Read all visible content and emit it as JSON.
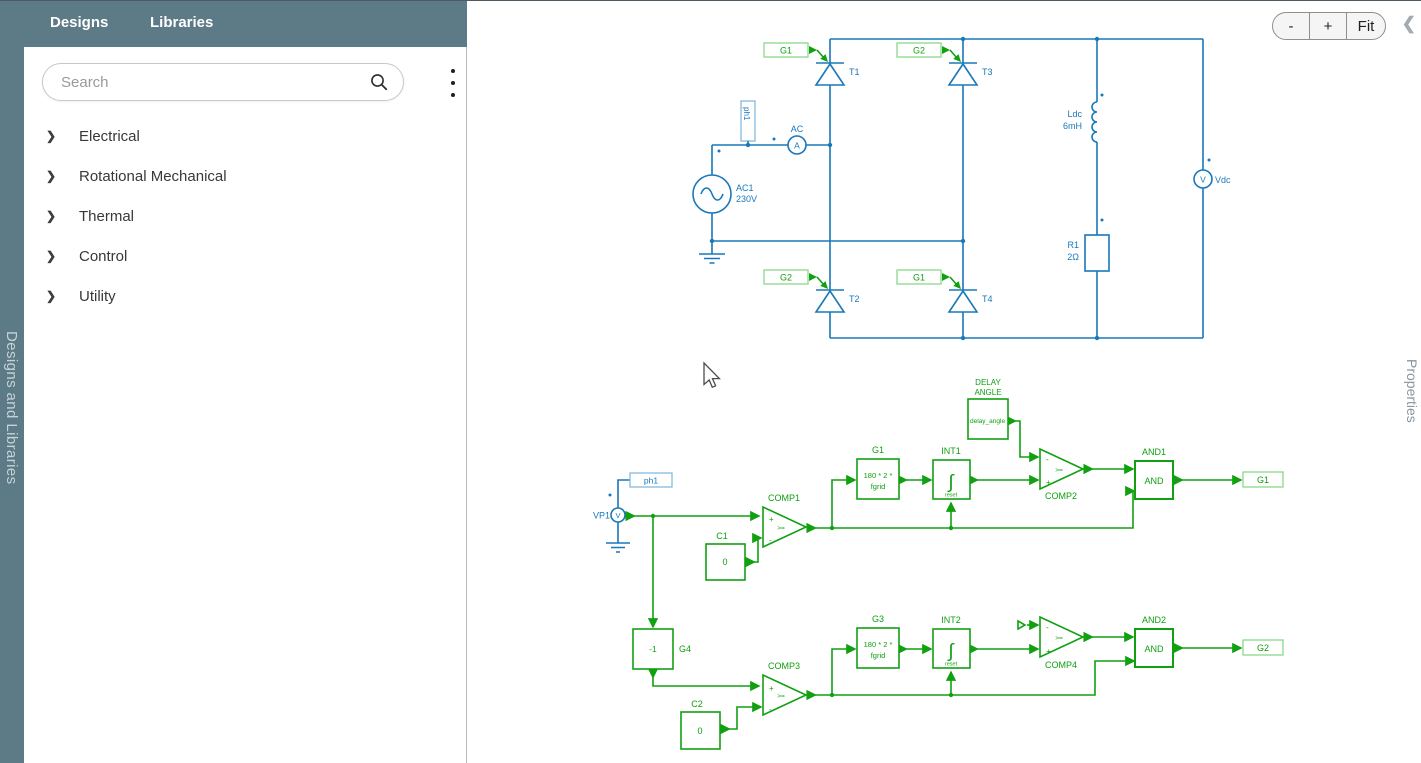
{
  "sidebar": {
    "rail_label": "Designs and Libraries",
    "tabs": [
      {
        "label": "Designs"
      },
      {
        "label": "Libraries"
      }
    ],
    "search": {
      "placeholder": "Search"
    },
    "tree": [
      {
        "label": "Electrical"
      },
      {
        "label": "Rotational Mechanical"
      },
      {
        "label": "Thermal"
      },
      {
        "label": "Control"
      },
      {
        "label": "Utility"
      }
    ]
  },
  "toolbar": {
    "zoom_out": "-",
    "zoom_in": "+",
    "fit": "Fit"
  },
  "properties": {
    "label": "Properties"
  },
  "schematic": {
    "power": {
      "gates": [
        {
          "tag": "G1",
          "thyristor": "T1"
        },
        {
          "tag": "G2",
          "thyristor": "T3"
        },
        {
          "tag": "G2",
          "thyristor": "T2"
        },
        {
          "tag": "G1",
          "thyristor": "T4"
        }
      ],
      "phase_tag": "ph1",
      "ammeter": {
        "label": "AC",
        "symbol": "A"
      },
      "source": {
        "name": "AC1",
        "value": "230V"
      },
      "inductor": {
        "name": "Ldc",
        "value": "6mH"
      },
      "resistor": {
        "name": "R1",
        "value": "2Ω"
      },
      "voltmeter": {
        "symbol": "V",
        "name": "Vdc"
      }
    },
    "control": {
      "phase_tag": "ph1",
      "voltmeter": {
        "name": "VP1",
        "symbol": "V"
      },
      "comparators": [
        {
          "name": "COMP1",
          "op": ">=",
          "top": "+",
          "bottom": "-"
        },
        {
          "name": "COMP2",
          "op": ">=",
          "top": "-",
          "bottom": "+"
        },
        {
          "name": "COMP3",
          "op": ">=",
          "top": "+",
          "bottom": "-"
        },
        {
          "name": "COMP4",
          "op": ">=",
          "top": "-",
          "bottom": "+"
        }
      ],
      "constants": [
        {
          "name": "C1",
          "value": "0"
        },
        {
          "name": "C2",
          "value": "0"
        }
      ],
      "gains": [
        {
          "name": "G1",
          "line1": "180 * 2 *",
          "line2": "fgrid"
        },
        {
          "name": "G3",
          "line1": "180 * 2 *",
          "line2": "fgrid"
        }
      ],
      "inverter": {
        "name": "G4",
        "value": "-1"
      },
      "integrators": [
        {
          "name": "INT1",
          "symbol": "∫",
          "port": "reset"
        },
        {
          "name": "INT2",
          "symbol": "∫",
          "port": "reset"
        }
      ],
      "delay": {
        "title_line1": "DELAY",
        "title_line2": "ANGLE",
        "value": "delay_angle"
      },
      "and_gates": [
        {
          "name": "AND1",
          "text": "AND"
        },
        {
          "name": "AND2",
          "text": "AND"
        }
      ],
      "out_tags": [
        "G1",
        "G2"
      ]
    }
  }
}
